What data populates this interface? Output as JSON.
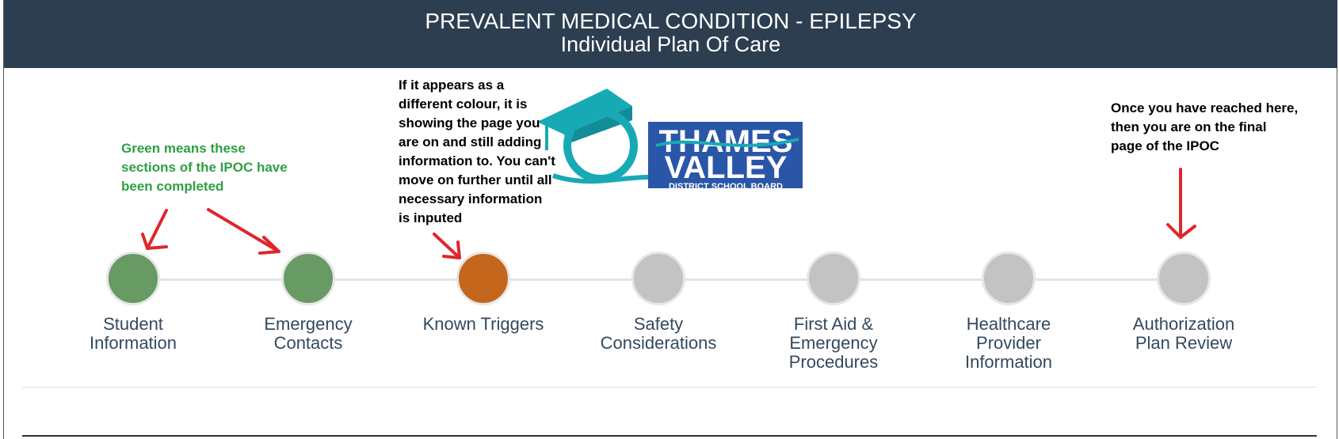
{
  "header": {
    "title": "PREVALENT MEDICAL CONDITION - EPILEPSY",
    "subtitle": "Individual Plan Of Care"
  },
  "steps": [
    {
      "label_line1": "Student",
      "label_line2": "Information",
      "label_line3": "",
      "status": "completed",
      "color": "#689a63"
    },
    {
      "label_line1": "Emergency",
      "label_line2": "Contacts",
      "label_line3": "",
      "status": "completed",
      "color": "#689a63"
    },
    {
      "label_line1": "Known Triggers",
      "label_line2": "",
      "label_line3": "",
      "status": "current",
      "color": "#c4661b"
    },
    {
      "label_line1": "Safety",
      "label_line2": "Considerations",
      "label_line3": "",
      "status": "pending",
      "color": "#c3c3c3"
    },
    {
      "label_line1": "First Aid &",
      "label_line2": "Emergency",
      "label_line3": "Procedures",
      "status": "pending",
      "color": "#c3c3c3"
    },
    {
      "label_line1": "Healthcare",
      "label_line2": "Provider",
      "label_line3": "Information",
      "status": "pending",
      "color": "#c3c3c3"
    },
    {
      "label_line1": "Authorization",
      "label_line2": "Plan Review",
      "label_line3": "",
      "status": "pending",
      "color": "#c3c3c3"
    }
  ],
  "annotations": {
    "green_note": "Green means these sections of the IPOC have been completed",
    "current_note": "If it appears as a different colour, it is showing the page you are on and still adding information to. You can't move on further until all necessary information is inputed",
    "final_note": "Once you have reached here, then you are on the final page of the IPOC"
  },
  "logo": {
    "line1": "THAMES",
    "line2": "VALLEY",
    "line3": "DISTRICT SCHOOL BOARD"
  },
  "colors": {
    "header_bg": "#2c3e50",
    "completed": "#689a63",
    "current": "#c4661b",
    "pending": "#c3c3c3",
    "annotation_arrow": "#e0262b",
    "logo_blue": "#2a56a8",
    "logo_teal": "#17aab5"
  }
}
